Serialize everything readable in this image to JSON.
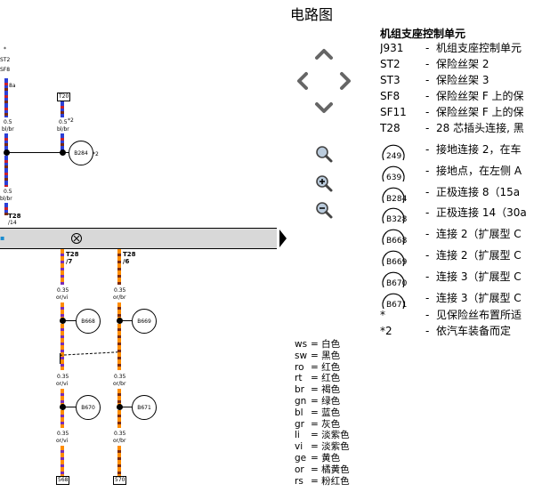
{
  "title": "电路图",
  "diagram": {
    "top_left": {
      "star": "*",
      "st2": "ST2",
      "sf8": "SF8",
      "a8": "8a"
    },
    "box_t20": "T20",
    "wire_left_top": {
      "size": "0.5",
      "color": "bl/br"
    },
    "wire_mid_top": {
      "size": "0.5",
      "star2": "*2",
      "color": "bl/br"
    },
    "conn_b284": "B284",
    "b284_star2": "*2",
    "wire_left_bottom": {
      "size": "0.5",
      "color": "bl/br"
    },
    "t28_top": "T28",
    "t28_pin_left": "/14",
    "col1": {
      "conn": "T28",
      "pin": "/7",
      "size1": "0.35",
      "color1": "or/vi",
      "node1": "B668",
      "size2": "0.35",
      "color2": "or/vi",
      "node2": "B670",
      "size3": "0.35",
      "color3": "or/vi",
      "end": "568"
    },
    "col2": {
      "conn": "T28",
      "pin": "/6",
      "size1": "0.35",
      "color1": "or/br",
      "node1": "B669",
      "size2": "0.35",
      "color2": "or/br",
      "node2": "B671",
      "size3": "0.35",
      "color3": "or/br",
      "end": "570"
    }
  },
  "legend": [
    {
      "code": "ws",
      "name": "白色"
    },
    {
      "code": "sw",
      "name": "黑色"
    },
    {
      "code": "ro",
      "name": "红色"
    },
    {
      "code": "rt",
      "name": "红色"
    },
    {
      "code": "br",
      "name": "褐色"
    },
    {
      "code": "gn",
      "name": "绿色"
    },
    {
      "code": "bl",
      "name": "蓝色"
    },
    {
      "code": "gr",
      "name": "灰色"
    },
    {
      "code": "li",
      "name": "淡紫色"
    },
    {
      "code": "vi",
      "name": "淡紫色"
    },
    {
      "code": "ge",
      "name": "黄色"
    },
    {
      "code": "or",
      "name": "橘黄色"
    },
    {
      "code": "rs",
      "name": "粉红色"
    }
  ],
  "legend_eq": "=",
  "panel": {
    "heading": "机组支座控制单元",
    "dash": "-",
    "rows": [
      {
        "code": "J931",
        "text": "机组支座控制单元"
      },
      {
        "code": "ST2",
        "text": "保险丝架 2"
      },
      {
        "code": "ST3",
        "text": "保险丝架 3"
      },
      {
        "code": "SF8",
        "text": "保险丝架 F 上的保"
      },
      {
        "code": "SF11",
        "text": "保险丝架 F 上的保"
      },
      {
        "code": "T28",
        "text": "28 芯插头连接, 黑"
      }
    ],
    "circle_rows": [
      {
        "code": "249",
        "text": "接地连接 2，在车"
      },
      {
        "code": "639",
        "text": "接地点，在左侧 A"
      },
      {
        "code": "B284",
        "text": "正极连接 8（15a"
      },
      {
        "code": "B328",
        "text": "正极连接 14（30a"
      },
      {
        "code": "B668",
        "text": "连接 2（扩展型 C"
      },
      {
        "code": "B669",
        "text": "连接 2（扩展型 C"
      },
      {
        "code": "B670",
        "text": "连接 3（扩展型 C"
      },
      {
        "code": "B671",
        "text": "连接 3（扩展型 C"
      }
    ],
    "notes": [
      {
        "code": "*",
        "text": "见保险丝布置所适"
      },
      {
        "code": "*2",
        "text": "依汽车装备而定"
      }
    ]
  }
}
